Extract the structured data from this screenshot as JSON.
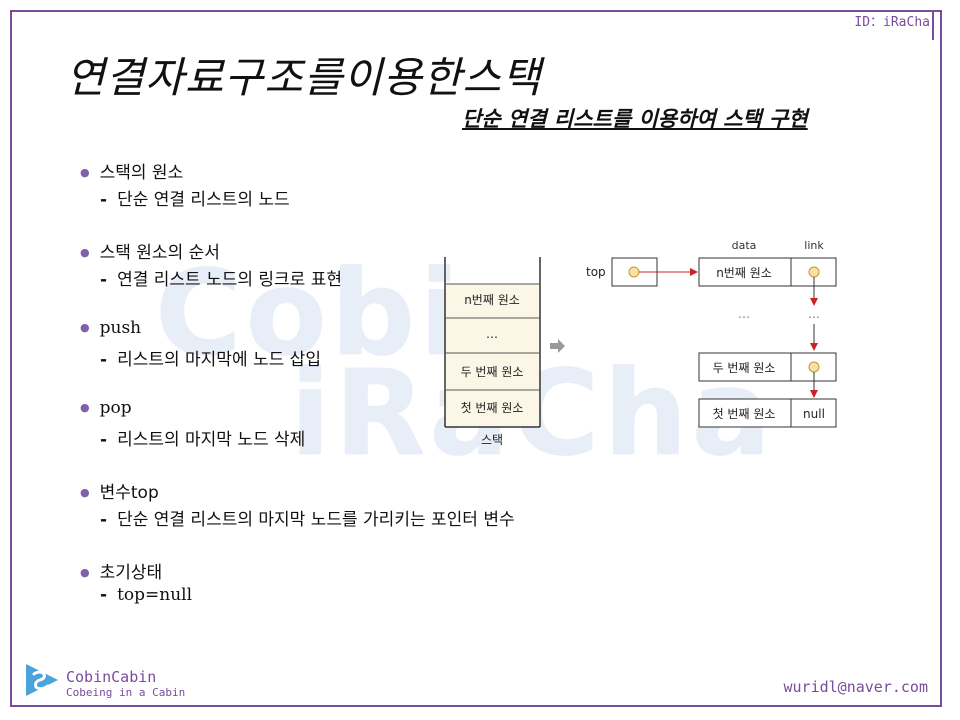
{
  "header": {
    "id_label": "ID：iRaCha"
  },
  "slide": {
    "title": "연결자료구조를이용한스택",
    "subtitle": "단순 연결 리스트를 이용하여 스택 구현"
  },
  "bullets": [
    {
      "label": "스택의 원소",
      "detail": "단순 연결 리스트의 노드"
    },
    {
      "label": "스택 원소의 순서",
      "detail": "연결 리스트 노드의 링크로 표현"
    },
    {
      "label": "push",
      "detail": "리스트의 마지막에 노드 삽입"
    },
    {
      "label": "pop",
      "detail": "리스트의 마지막 노드 삭제"
    },
    {
      "label": "변수top",
      "detail": "단순 연결 리스트의 마지막 노드를 가리키는 포인터 변수"
    },
    {
      "label": "초기상태",
      "detail": "top=null"
    }
  ],
  "diagram": {
    "stack": {
      "cells": [
        "n번째 원소",
        "…",
        "두 번째 원소",
        "첫 번째 원소"
      ],
      "label": "스택"
    },
    "list": {
      "header_data": "data",
      "header_link": "link",
      "top_label": "top",
      "nodes": [
        {
          "data": "n번째 원소",
          "link": ""
        },
        {
          "data": "두 번째 원소",
          "link": ""
        },
        {
          "data": "첫 번째 원소",
          "link": "null"
        }
      ],
      "ellipsis": "…"
    }
  },
  "watermark": {
    "line1": "Cobin",
    "line2": "iRaCha"
  },
  "footer": {
    "brand": "CobinCabin",
    "tagline": "Cobeing in a Cabin",
    "email": "wuridl@naver.com"
  },
  "colors": {
    "frame": "#7a4c9c",
    "accent_text": "#7a4c9c",
    "circle_fill": "#f6e2a8",
    "circle_stroke": "#c8962a",
    "arrow": "#cc2222"
  }
}
